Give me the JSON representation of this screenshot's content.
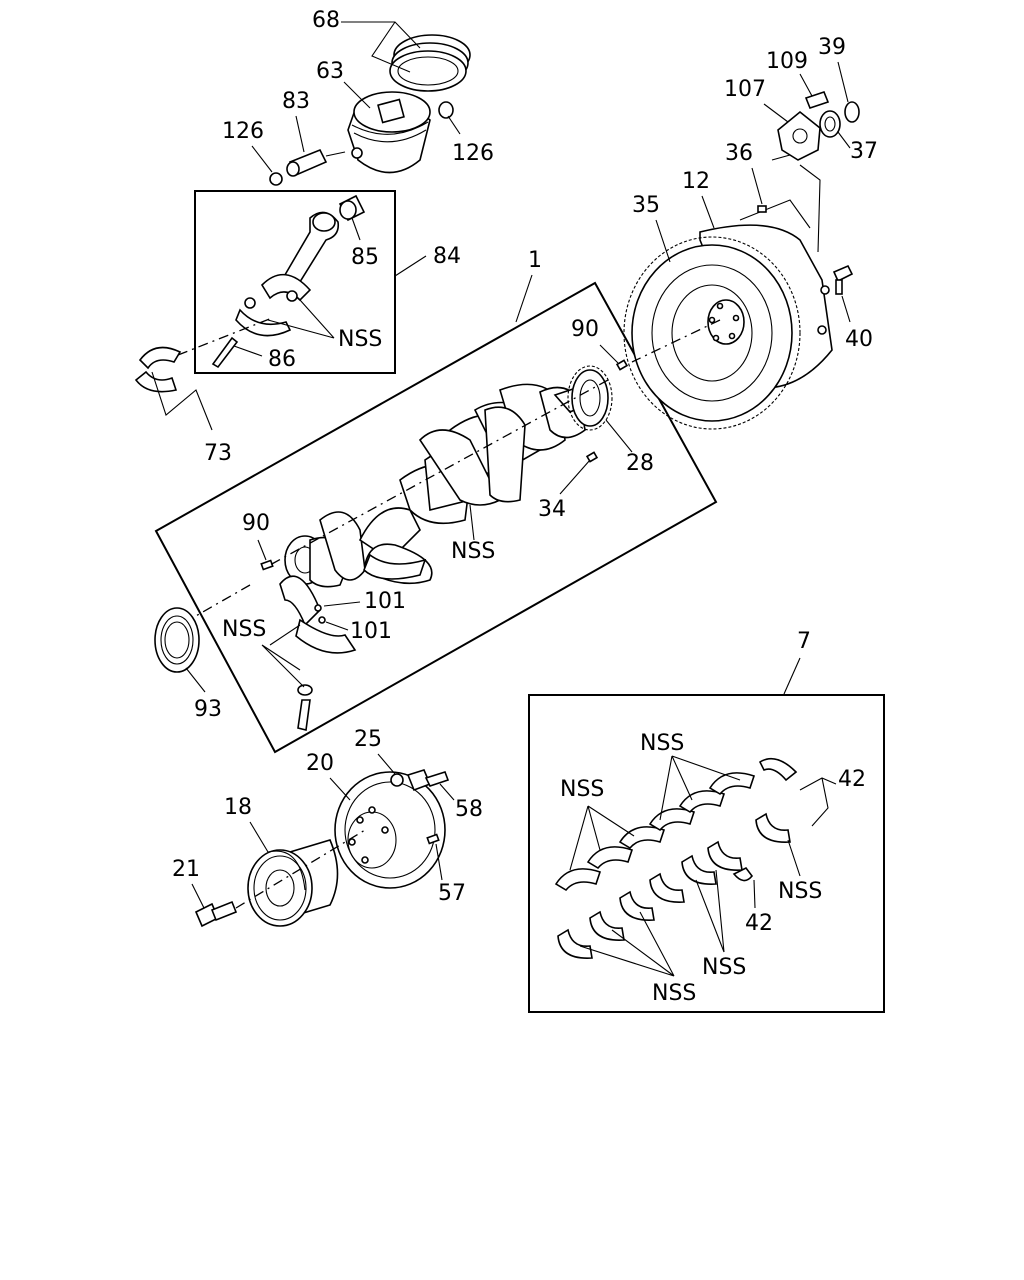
{
  "labels": {
    "l68": "68",
    "l63": "63",
    "l83": "83",
    "l126a": "126",
    "l126b": "126",
    "l85": "85",
    "l84": "84",
    "l86": "86",
    "lnss_rod": "NSS",
    "l73": "73",
    "l1": "1",
    "l90a": "90",
    "l90b": "90",
    "l28": "28",
    "l34": "34",
    "lnss_crank": "NSS",
    "l101a": "101",
    "l101b": "101",
    "lnss_front": "NSS",
    "l93": "93",
    "l107": "107",
    "l109": "109",
    "l39": "39",
    "l37": "37",
    "l36": "36",
    "l12": "12",
    "l35": "35",
    "l40": "40",
    "l25": "25",
    "l20": "20",
    "l58": "58",
    "l18": "18",
    "l57": "57",
    "l21": "21",
    "l7": "7",
    "l42a": "42",
    "l42b": "42",
    "lnss_b1": "NSS",
    "lnss_b2": "NSS",
    "lnss_b3": "NSS",
    "lnss_b4": "NSS"
  }
}
